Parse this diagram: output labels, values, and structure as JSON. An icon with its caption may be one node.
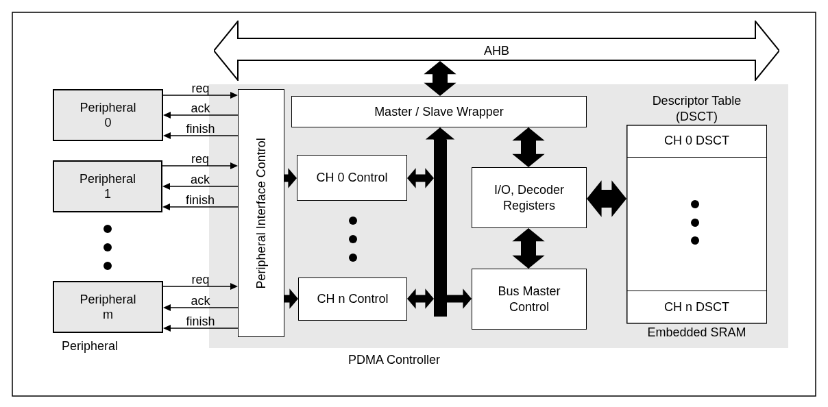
{
  "diagram": {
    "nodes": [
      {
        "text": [
          "AHB"
        ]
      },
      {
        "text": [
          "PDMA Controller"
        ]
      },
      {
        "text": [
          "Peripheral Interface Control"
        ],
        "in": 1
      },
      {
        "text": [
          "Master / Slave Wrapper"
        ],
        "in": 1
      },
      {
        "text": [
          "CH 0 Control"
        ],
        "in": 1
      },
      {
        "text": [
          "CH n Control"
        ],
        "in": 1
      },
      {
        "text": [
          "I/O, Decoder Registers"
        ],
        "in": 1
      },
      {
        "text": [
          "Bus Master Control"
        ],
        "in": 1
      },
      {
        "text": [
          "Descriptor Table (DSCT)",
          "Embedded SRAM"
        ],
        "in": 1
      },
      {
        "text": [
          "CH 0 DSCT"
        ],
        "in": 8
      },
      {
        "text": [
          "CH n DSCT"
        ],
        "in": 8
      },
      {
        "text": [
          "Peripheral 0"
        ]
      },
      {
        "text": [
          "Peripheral 1"
        ]
      },
      {
        "text": [
          "Peripheral m"
        ]
      },
      {
        "text": [],
        "shape": "bar",
        "in": 1
      }
    ],
    "edges": [
      {
        "from": 0,
        "to": 3,
        "arrow": "both",
        "style": "thick"
      },
      {
        "from": 3,
        "to": 6,
        "arrow": "both",
        "style": "thick"
      },
      {
        "from": 6,
        "to": 7,
        "arrow": "both",
        "style": "thick"
      },
      {
        "from": 6,
        "to": 8,
        "arrow": "both",
        "style": "thick"
      },
      {
        "from": 2,
        "to": 4,
        "arrow": "to",
        "style": "thick"
      },
      {
        "from": 2,
        "to": 5,
        "arrow": "to",
        "style": "thick"
      },
      {
        "from": 4,
        "to": 14,
        "arrow": "both",
        "style": "thick"
      },
      {
        "from": 5,
        "to": 14,
        "arrow": "both",
        "style": "thick"
      },
      {
        "from": 14,
        "to": 3,
        "arrow": "to",
        "style": "thick"
      },
      {
        "from": 14,
        "to": 7,
        "arrow": "to",
        "style": "thick"
      },
      {
        "from": 11,
        "to": 2,
        "arrow": "to",
        "label": "req"
      },
      {
        "from": 2,
        "to": 11,
        "arrow": "to",
        "label": "ack"
      },
      {
        "from": 2,
        "to": 11,
        "arrow": "to",
        "label": "finish"
      },
      {
        "from": 12,
        "to": 2,
        "arrow": "to",
        "label": "req"
      },
      {
        "from": 2,
        "to": 12,
        "arrow": "to",
        "label": "ack"
      },
      {
        "from": 2,
        "to": 12,
        "arrow": "to",
        "label": "finish"
      },
      {
        "from": 13,
        "to": 2,
        "arrow": "to",
        "label": "req"
      },
      {
        "from": 2,
        "to": 13,
        "arrow": "to",
        "label": "ack"
      },
      {
        "from": 2,
        "to": 13,
        "arrow": "to",
        "label": "finish"
      }
    ],
    "labels": [
      "Peripheral"
    ]
  }
}
